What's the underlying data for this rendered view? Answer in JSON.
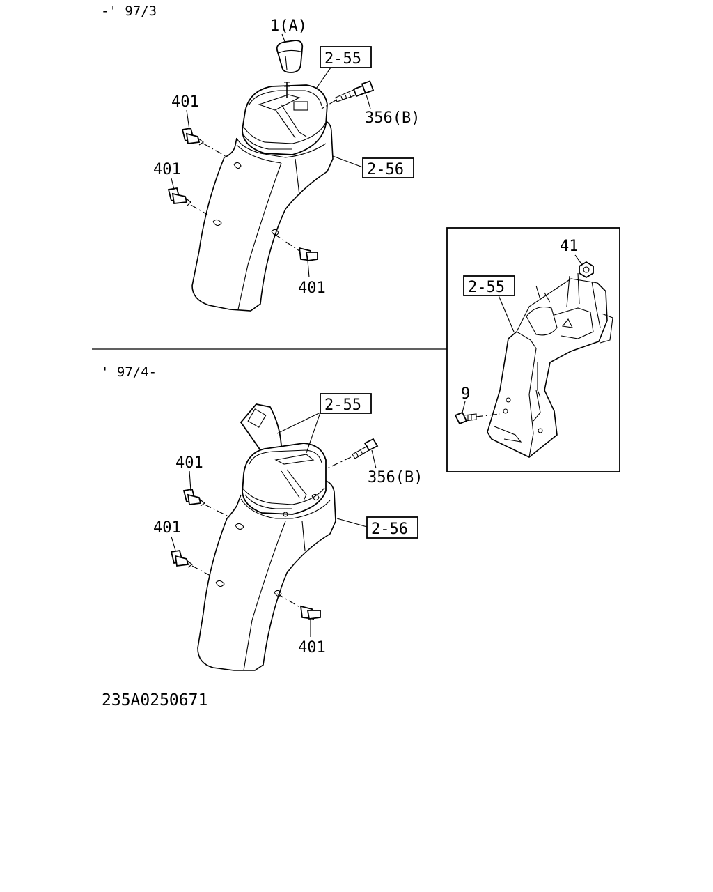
{
  "top_section": {
    "period": "-' 97/3",
    "labels": {
      "knob": "1(A)",
      "console_ref": "2-55",
      "bolt": "356(B)",
      "cover_ref": "2-56",
      "clip_upper": "401",
      "clip_middle": "401",
      "clip_lower": "401"
    }
  },
  "bottom_section": {
    "period": "' 97/4-",
    "labels": {
      "console_ref": "2-55",
      "bolt": "356(B)",
      "cover_ref": "2-56",
      "clip_upper": "401",
      "clip_middle": "401",
      "clip_lower": "401"
    }
  },
  "inset": {
    "labels": {
      "nut": "41",
      "bracket_ref": "2-55",
      "bolt": "9"
    }
  },
  "drawing_code": "235A0250671"
}
